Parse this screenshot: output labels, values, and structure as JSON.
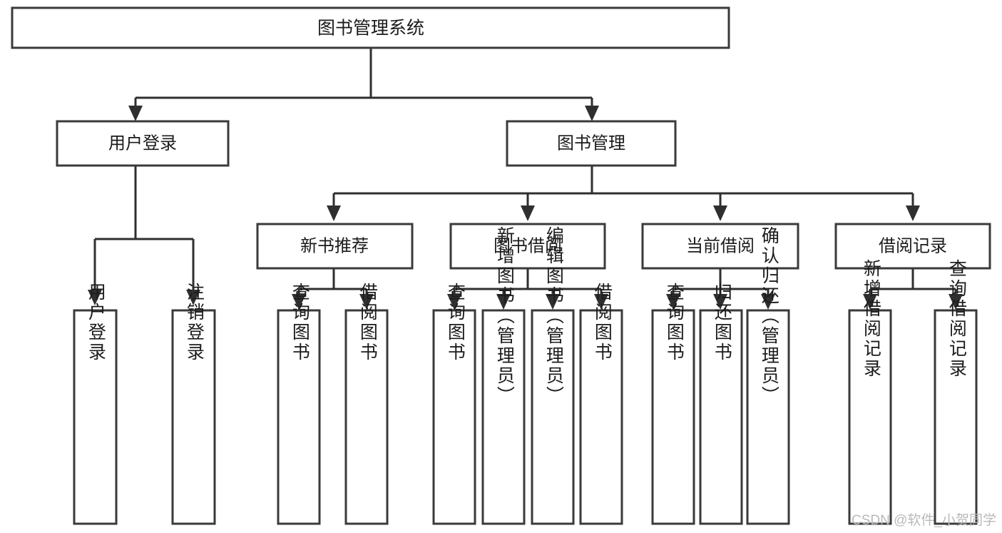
{
  "diagram": {
    "type": "tree-hierarchy-chart",
    "title": "图书管理系统",
    "watermark": "CSDN @软件_小贺同学",
    "colors": {
      "box_stroke": "#3a3a3a",
      "connector": "#2f2f2f",
      "box_fill": "#ffffff",
      "text": "#1b1b1b",
      "background": "#ffffff",
      "watermark": "#b9b9b9"
    },
    "levels": {
      "root": {
        "label": "图书管理系统"
      },
      "level2": [
        {
          "id": "user-login",
          "label": "用户登录"
        },
        {
          "id": "book-management",
          "label": "图书管理"
        }
      ],
      "level3": [
        {
          "id": "new-book-recommend",
          "label": "新书推荐",
          "parent": "book-management"
        },
        {
          "id": "book-borrow",
          "label": "图书借阅",
          "parent": "book-management"
        },
        {
          "id": "current-borrow",
          "label": "当前借阅",
          "parent": "book-management"
        },
        {
          "id": "borrow-record",
          "label": "借阅记录",
          "parent": "book-management"
        }
      ],
      "leaves": [
        {
          "id": "leaf-user-login",
          "label": "用户登录",
          "parent": "user-login"
        },
        {
          "id": "leaf-logout-login",
          "label": "注销登录",
          "parent": "user-login"
        },
        {
          "id": "leaf-query-book-1",
          "label": "查询图书",
          "parent": "new-book-recommend"
        },
        {
          "id": "leaf-borrow-book-1",
          "label": "借阅图书",
          "parent": "new-book-recommend"
        },
        {
          "id": "leaf-query-book-2",
          "label": "查询图书",
          "parent": "book-borrow"
        },
        {
          "id": "leaf-add-book",
          "label": "新增图书（管理员）",
          "parent": "book-borrow"
        },
        {
          "id": "leaf-edit-book",
          "label": "编辑图书（管理员）",
          "parent": "book-borrow"
        },
        {
          "id": "leaf-borrow-book-2",
          "label": "借阅图书",
          "parent": "book-borrow"
        },
        {
          "id": "leaf-query-book-3",
          "label": "查询图书",
          "parent": "current-borrow"
        },
        {
          "id": "leaf-return-book",
          "label": "归还图书",
          "parent": "current-borrow"
        },
        {
          "id": "leaf-confirm-return",
          "label": "确认归还（管理员）",
          "parent": "current-borrow"
        },
        {
          "id": "leaf-add-record",
          "label": "新增借阅记录",
          "parent": "borrow-record"
        },
        {
          "id": "leaf-query-record",
          "label": "查询借阅记录",
          "parent": "borrow-record"
        }
      ]
    }
  }
}
